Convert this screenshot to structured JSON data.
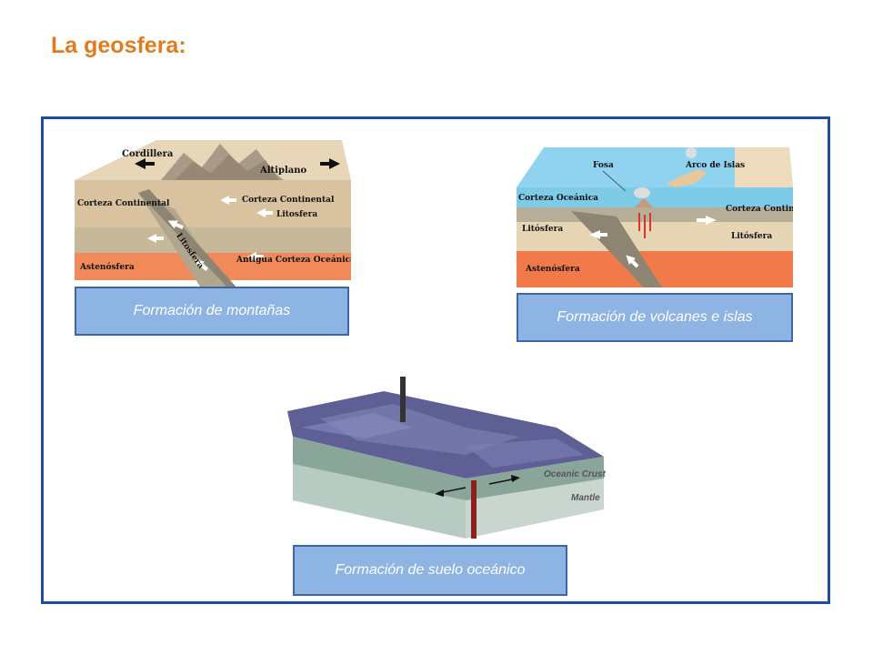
{
  "slide": {
    "title": "La geosfera:"
  },
  "diagram_mountains": {
    "labels": {
      "cordillera": "Cordillera",
      "altiplano": "Altiplano",
      "corteza_continental_left": "Corteza Continental",
      "corteza_continental_right": "Corteza Continental",
      "litosfera_right": "Litosfera",
      "litosfera_slab": "Litosfera",
      "astenosfera": "Astenósfera",
      "antigua_corteza": "Antigua Corteza Oceánica"
    },
    "caption": "Formación de montañas"
  },
  "diagram_volcanoes": {
    "labels": {
      "fosa": "Fosa",
      "arco_de_islas": "Arco de Islas",
      "corteza_oceanica": "Corteza Oceánica",
      "corteza_continental": "Corteza Continental",
      "litosfera_left": "Litósfera",
      "litosfera_right": "Litósfera",
      "astenosfera": "Astenósfera"
    },
    "caption": "Formación de volcanes e islas"
  },
  "diagram_seafloor": {
    "labels": {
      "oceanic_crust": "Oceanic Crust",
      "mantle": "Mantle"
    },
    "caption": "Formación de suelo oceánico"
  }
}
